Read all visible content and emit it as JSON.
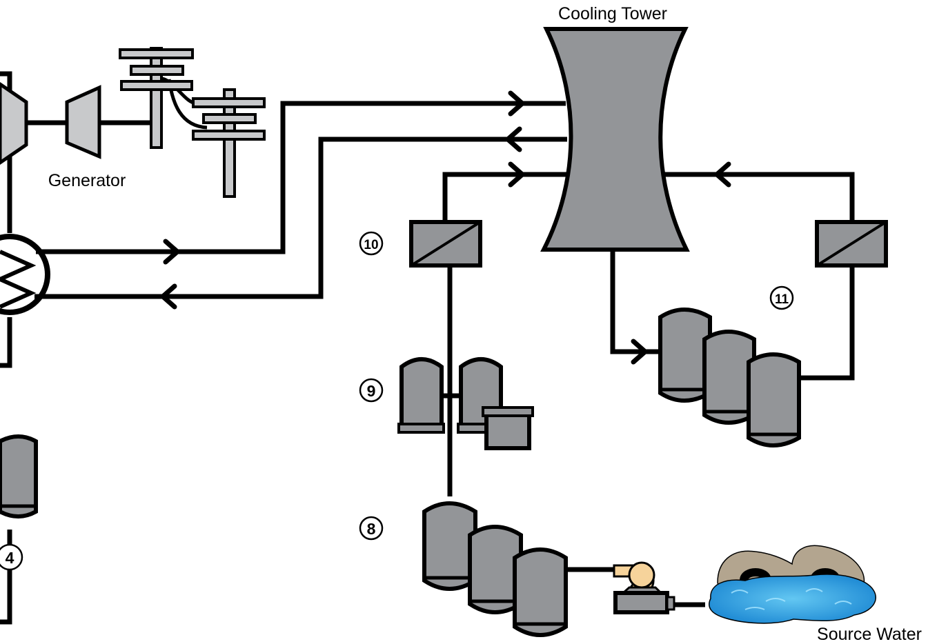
{
  "labels": {
    "cooling_tower": "Cooling Tower",
    "generator": "Generator",
    "source_water": "Source Water"
  },
  "markers": {
    "m4": "4",
    "m8": "8",
    "m9": "9",
    "m10": "10",
    "m11": "11"
  },
  "colors": {
    "equipment": "#939598",
    "equipment_light": "#c8c9cb",
    "line": "#000000",
    "water": "#1e8fd8",
    "rock": "#b3a58f",
    "pump_housing": "#f6d39b"
  }
}
